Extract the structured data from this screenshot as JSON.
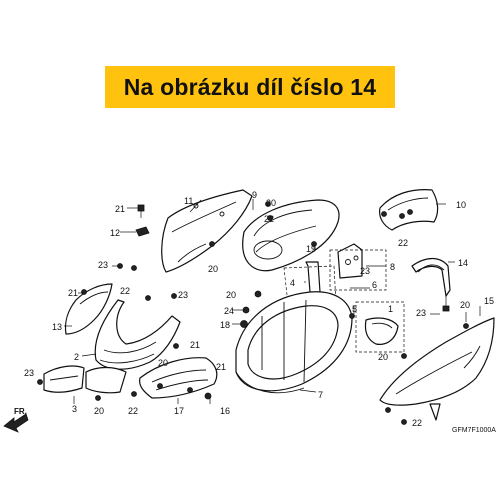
{
  "banner": {
    "text": "Na obrázku díl číslo 14",
    "color": "#ffc20e"
  },
  "front_marker": {
    "text": "FR.",
    "icon": "arrow-left-icon"
  },
  "diagram_code": "GFM7F1000A",
  "callouts": {
    "n1": "1",
    "n2": "2",
    "n3": "3",
    "n4": "4",
    "n5": "5",
    "n6": "6",
    "n7": "7",
    "n8": "8",
    "n9": "9",
    "n10": "10",
    "n11": "11",
    "n12": "12",
    "n13": "13",
    "n14": "14",
    "n15": "15",
    "n16": "16",
    "n17": "17",
    "n18": "18",
    "n19": "19",
    "n20": "20",
    "n21": "21",
    "n22": "22",
    "n23": "23",
    "n24": "24"
  }
}
